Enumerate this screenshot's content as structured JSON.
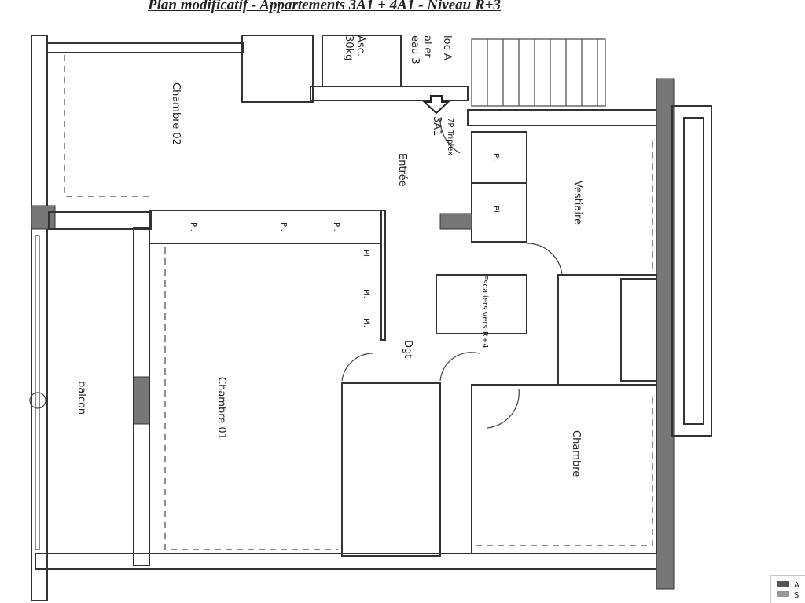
{
  "title": "Plan modificatif - Appartements 3A1 + 4A1 - Niveau R+3",
  "rooms": {
    "chambre02": "Chambre 02",
    "chambre01": "Chambre 01",
    "chambre": "Chambre",
    "entree": "Entrée",
    "vestiaire": "Vestiaire",
    "balcon": "balcon",
    "dgt": "Dgt",
    "escaliers": "Escaliers vers R+4"
  },
  "labels": {
    "asc": "Asc.",
    "asc_load": "30kg",
    "bloc": "loc A",
    "palier": "alier",
    "palier2": "eau 3",
    "apartment_type": "7P Triplex",
    "apartment_id": "3A1",
    "placard": "Pl."
  },
  "legend": [
    "A",
    "S"
  ]
}
